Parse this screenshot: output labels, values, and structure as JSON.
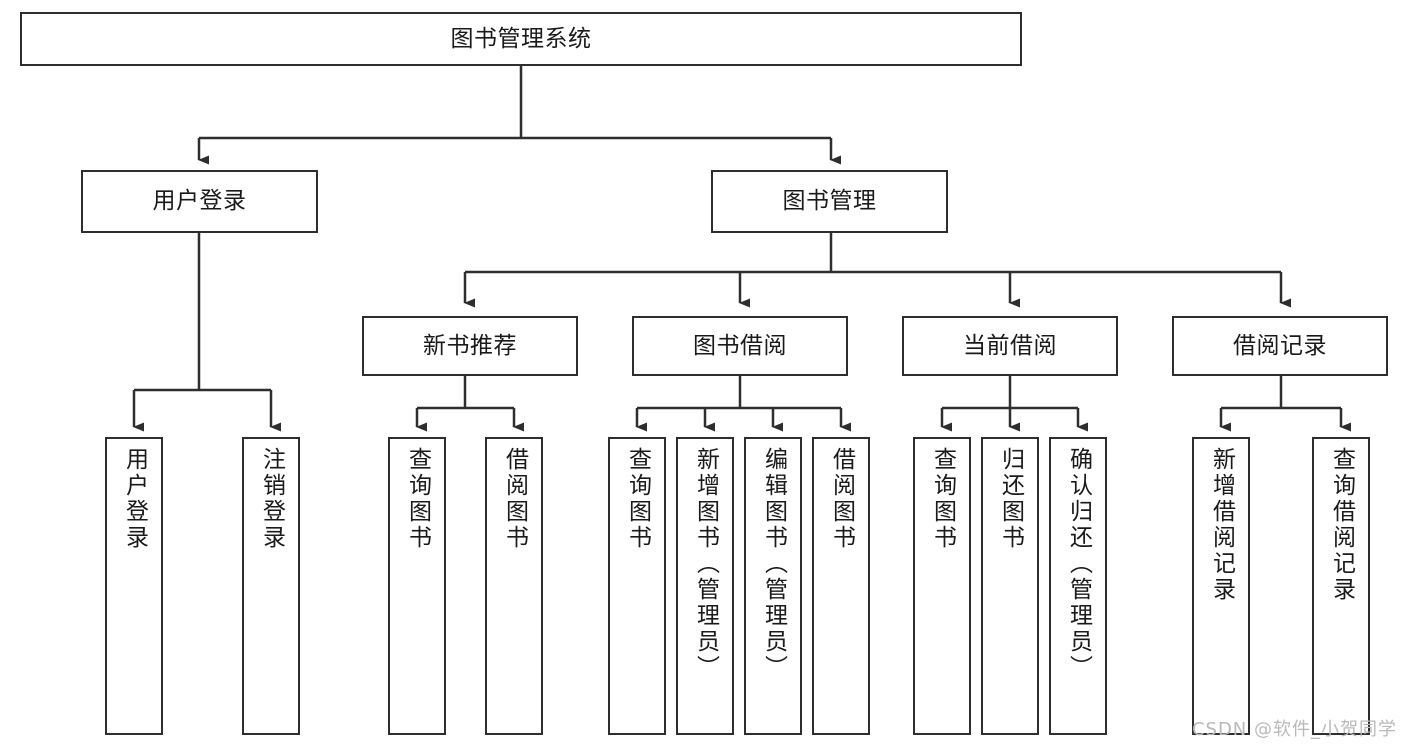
{
  "diagram": {
    "title": "图书管理系统",
    "watermark": "CSDN @软件_小贺同学",
    "root": {
      "label": "图书管理系统"
    },
    "level1": [
      {
        "label": "用户登录"
      },
      {
        "label": "图书管理"
      }
    ],
    "level2": [
      {
        "label": "新书推荐"
      },
      {
        "label": "图书借阅"
      },
      {
        "label": "当前借阅"
      },
      {
        "label": "借阅记录"
      }
    ],
    "leaves": [
      {
        "label": "用户登录"
      },
      {
        "label": "注销登录"
      },
      {
        "label": "查询图书"
      },
      {
        "label": "借阅图书"
      },
      {
        "label": "查询图书"
      },
      {
        "label": "新增图书（管理员）"
      },
      {
        "label": "编辑图书（管理员）"
      },
      {
        "label": "借阅图书"
      },
      {
        "label": "查询图书"
      },
      {
        "label": "归还图书"
      },
      {
        "label": "确认归还（管理员）"
      },
      {
        "label": "新增借阅记录"
      },
      {
        "label": "查询借阅记录"
      }
    ],
    "colors": {
      "stroke": "#2e2e2e",
      "fill": "#ffffff",
      "text": "#1a1a1a",
      "watermark": "#b9b9b9"
    }
  }
}
